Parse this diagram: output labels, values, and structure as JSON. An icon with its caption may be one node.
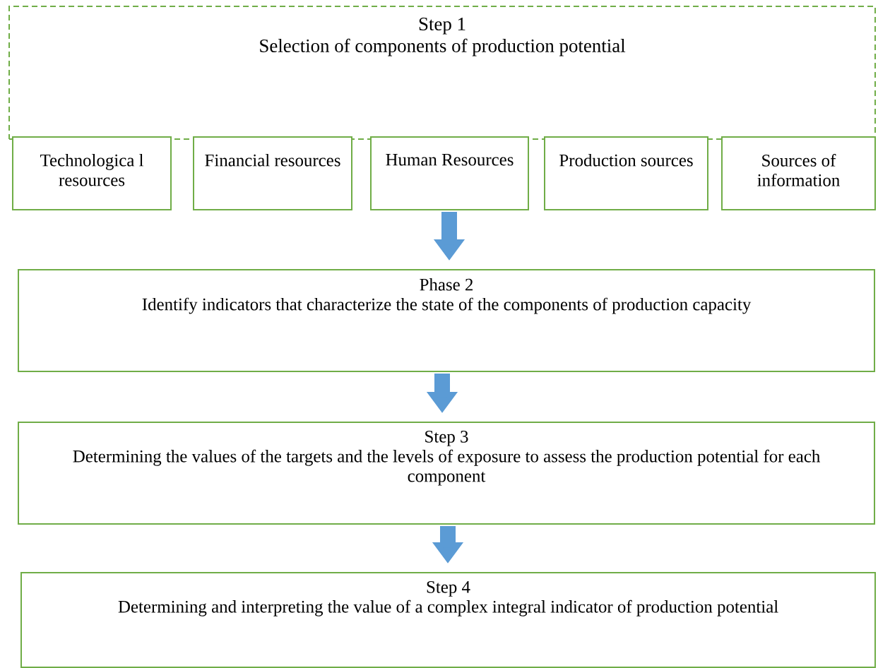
{
  "diagram": {
    "nodes": [
      {
        "text": [
          "Step 1",
          "Selection of components of production potential"
        ]
      },
      {
        "text": [
          "Technologica l resources"
        ]
      },
      {
        "text": [
          "Financial resources"
        ]
      },
      {
        "text": [
          "Human Resources"
        ]
      },
      {
        "text": [
          "Production sources"
        ]
      },
      {
        "text": [
          "Sources of information"
        ]
      },
      {
        "text": [
          "Phase 2",
          "Identify indicators that characterize the state of the components of production capacity"
        ]
      },
      {
        "text": [
          "Step 3",
          "Determining the values of the targets and the levels of exposure to assess the production potential for each component"
        ]
      },
      {
        "text": [
          "Step 4",
          "Determining and interpreting the value of a complex integral indicator of production potential"
        ]
      }
    ],
    "edges": [
      {
        "from": 3,
        "to": 6,
        "arrow": "to"
      },
      {
        "from": 6,
        "to": 7,
        "arrow": "to"
      },
      {
        "from": 7,
        "to": 8,
        "arrow": "to"
      }
    ]
  }
}
